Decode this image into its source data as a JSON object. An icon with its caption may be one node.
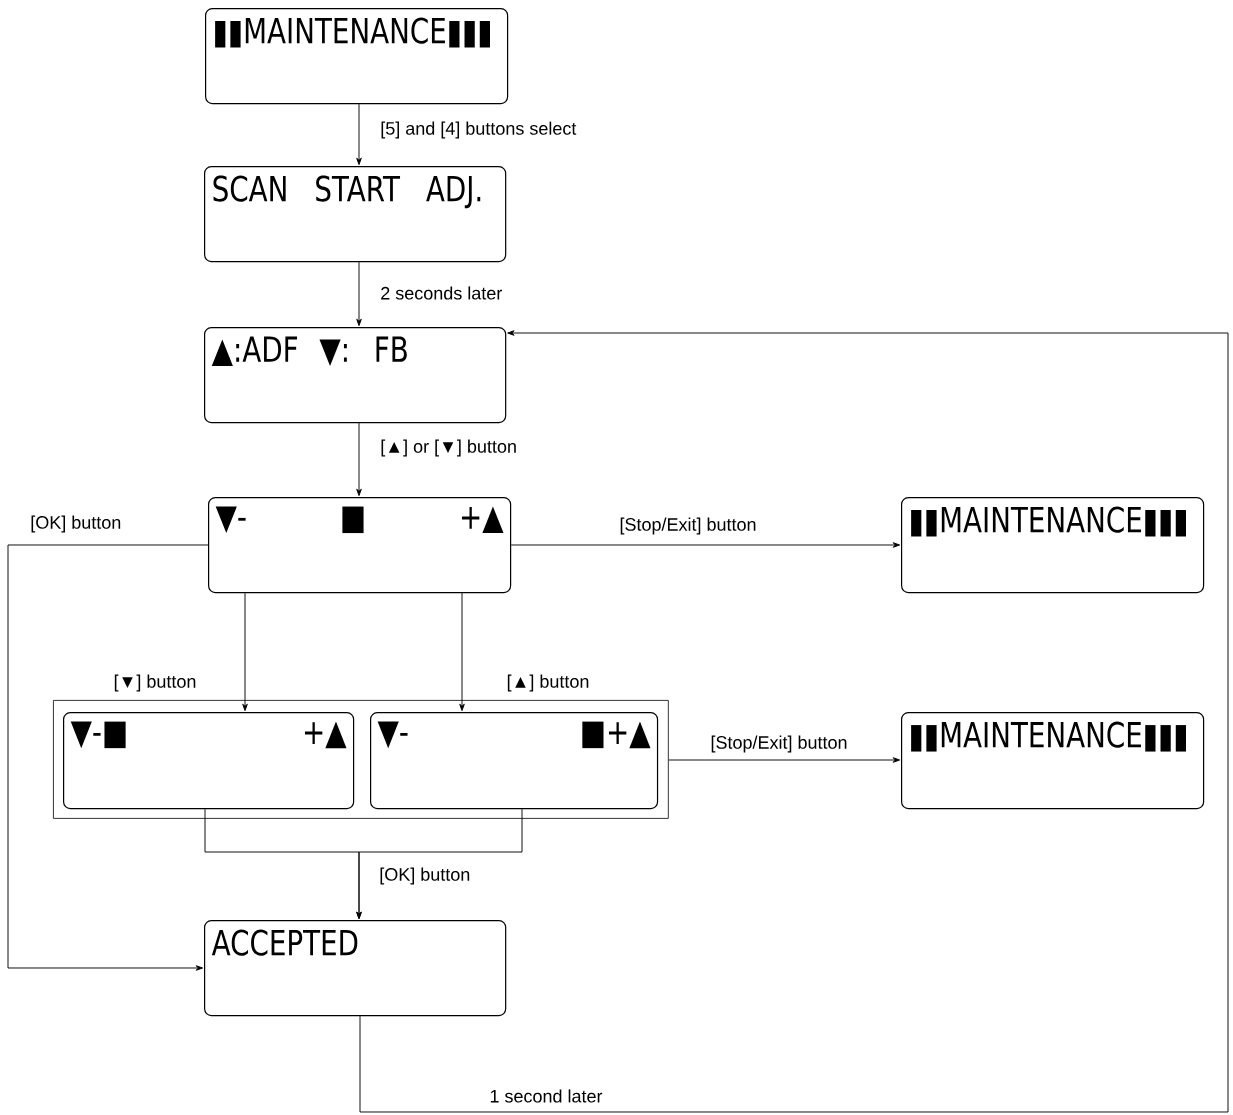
{
  "diagram": {
    "nodes": [
      {
        "text": [
          "▮▮MAINTENANCE▮▮▮"
        ]
      },
      {
        "text": [
          "SCAN START ADJ."
        ]
      },
      {
        "text": [
          "▲:ADF ▼: FB"
        ]
      },
      {
        "text": [
          "▼- ■ +▲"
        ]
      },
      {
        "text": [
          "▮▮MAINTENANCE▮▮▮"
        ]
      },
      {
        "text": [],
        "shape": "box"
      },
      {
        "text": [
          "▼-■ +▲"
        ],
        "in": 5
      },
      {
        "text": [
          "▼- ■+▲"
        ],
        "in": 5
      },
      {
        "text": [
          "▮▮MAINTENANCE▮▮▮"
        ]
      },
      {
        "text": [
          "ACCEPTED"
        ]
      }
    ],
    "edges": [
      {
        "from": 0,
        "to": 1,
        "arrow": "to",
        "label": "[5] and [4] buttons select"
      },
      {
        "from": 1,
        "to": 2,
        "arrow": "to",
        "label": "2 seconds later"
      },
      {
        "from": 2,
        "to": 3,
        "arrow": "to",
        "label": "[▲] or [▼] button"
      },
      {
        "from": 3,
        "to": 4,
        "arrow": "to",
        "label": "[Stop/Exit] button"
      },
      {
        "from": 3,
        "to": 9,
        "arrow": "to",
        "label": "[OK] button"
      },
      {
        "from": 3,
        "to": 6,
        "arrow": "to",
        "label": "[▼] button"
      },
      {
        "from": 3,
        "to": 7,
        "arrow": "to",
        "label": "[▲] button"
      },
      {
        "from": 5,
        "to": 8,
        "arrow": "to",
        "label": "[Stop/Exit] button"
      },
      {
        "from": 6,
        "to": 9,
        "arrow": "to",
        "label": "[OK] button"
      },
      {
        "from": 7,
        "to": 9,
        "arrow": "to"
      },
      {
        "from": 9,
        "to": 2,
        "arrow": "to",
        "label": "1 second later"
      }
    ]
  }
}
